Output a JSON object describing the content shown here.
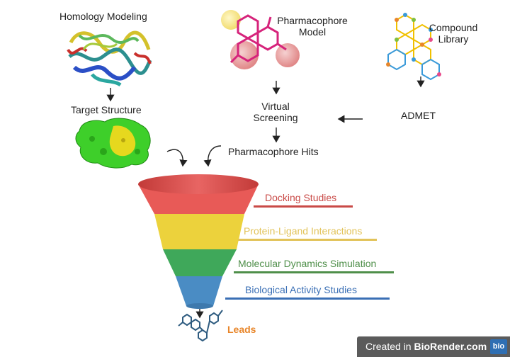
{
  "labels": {
    "homology": "Homology Modeling",
    "target": "Target Structure",
    "pharmacophore_model": [
      "Pharmacophore",
      "Model"
    ],
    "compound_library": [
      "Compound",
      "Library"
    ],
    "virtual_screening": [
      "Virtual",
      "Screening"
    ],
    "admet": "ADMET",
    "hits": "Pharmacophore Hits",
    "leads": "Leads"
  },
  "funnel_stages": [
    {
      "label": "Docking Studies",
      "color": "#d9534f"
    },
    {
      "label": "Protein-Ligand Interactions",
      "color": "#ead06b"
    },
    {
      "label": "Molecular Dynamics Simulation",
      "color": "#4f8f4a"
    },
    {
      "label": "Biological Activity Studies",
      "color": "#3a6fb5"
    }
  ],
  "colors": {
    "funnel_red": "#e85a57",
    "funnel_yellow": "#ecd23c",
    "funnel_green": "#3fa85a",
    "funnel_blue": "#4a8cc4",
    "leads": "#e8862a",
    "protein_green": "#3ecf2a",
    "pharmacophore_pink": "#d6237b"
  },
  "watermark": {
    "prefix": "Created in",
    "brand": "BioRender.com",
    "logo": "bio"
  }
}
